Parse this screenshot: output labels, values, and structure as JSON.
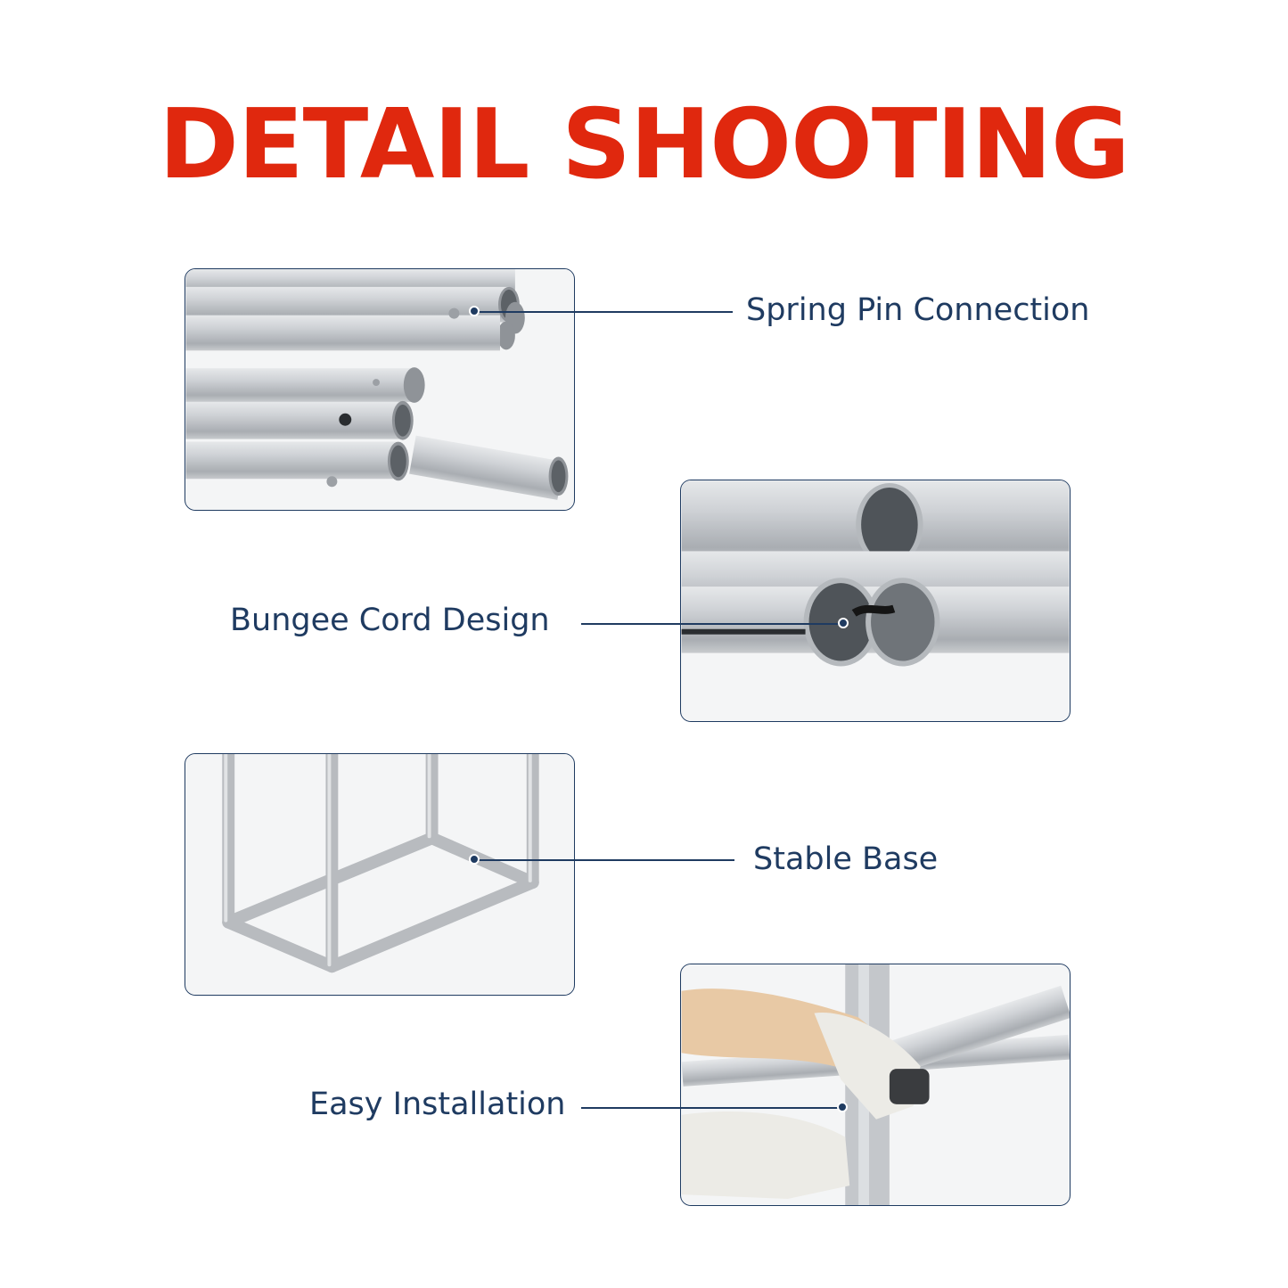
{
  "title": "DETAIL SHOOTING",
  "colors": {
    "title": "#e0280e",
    "label": "#1f3b61",
    "leader": "#1f3b61",
    "panel_border": "#1f3b61",
    "metal": "#c3c6ca"
  },
  "features": [
    {
      "label": "Spring Pin Connection",
      "image": "spring-pin-tubes-photo"
    },
    {
      "label": "Bungee Cord Design",
      "image": "bungee-cord-tubes-photo"
    },
    {
      "label": "Stable Base",
      "image": "frame-base-photo"
    },
    {
      "label": "Easy Installation",
      "image": "gloved-hands-assembly-photo"
    }
  ]
}
